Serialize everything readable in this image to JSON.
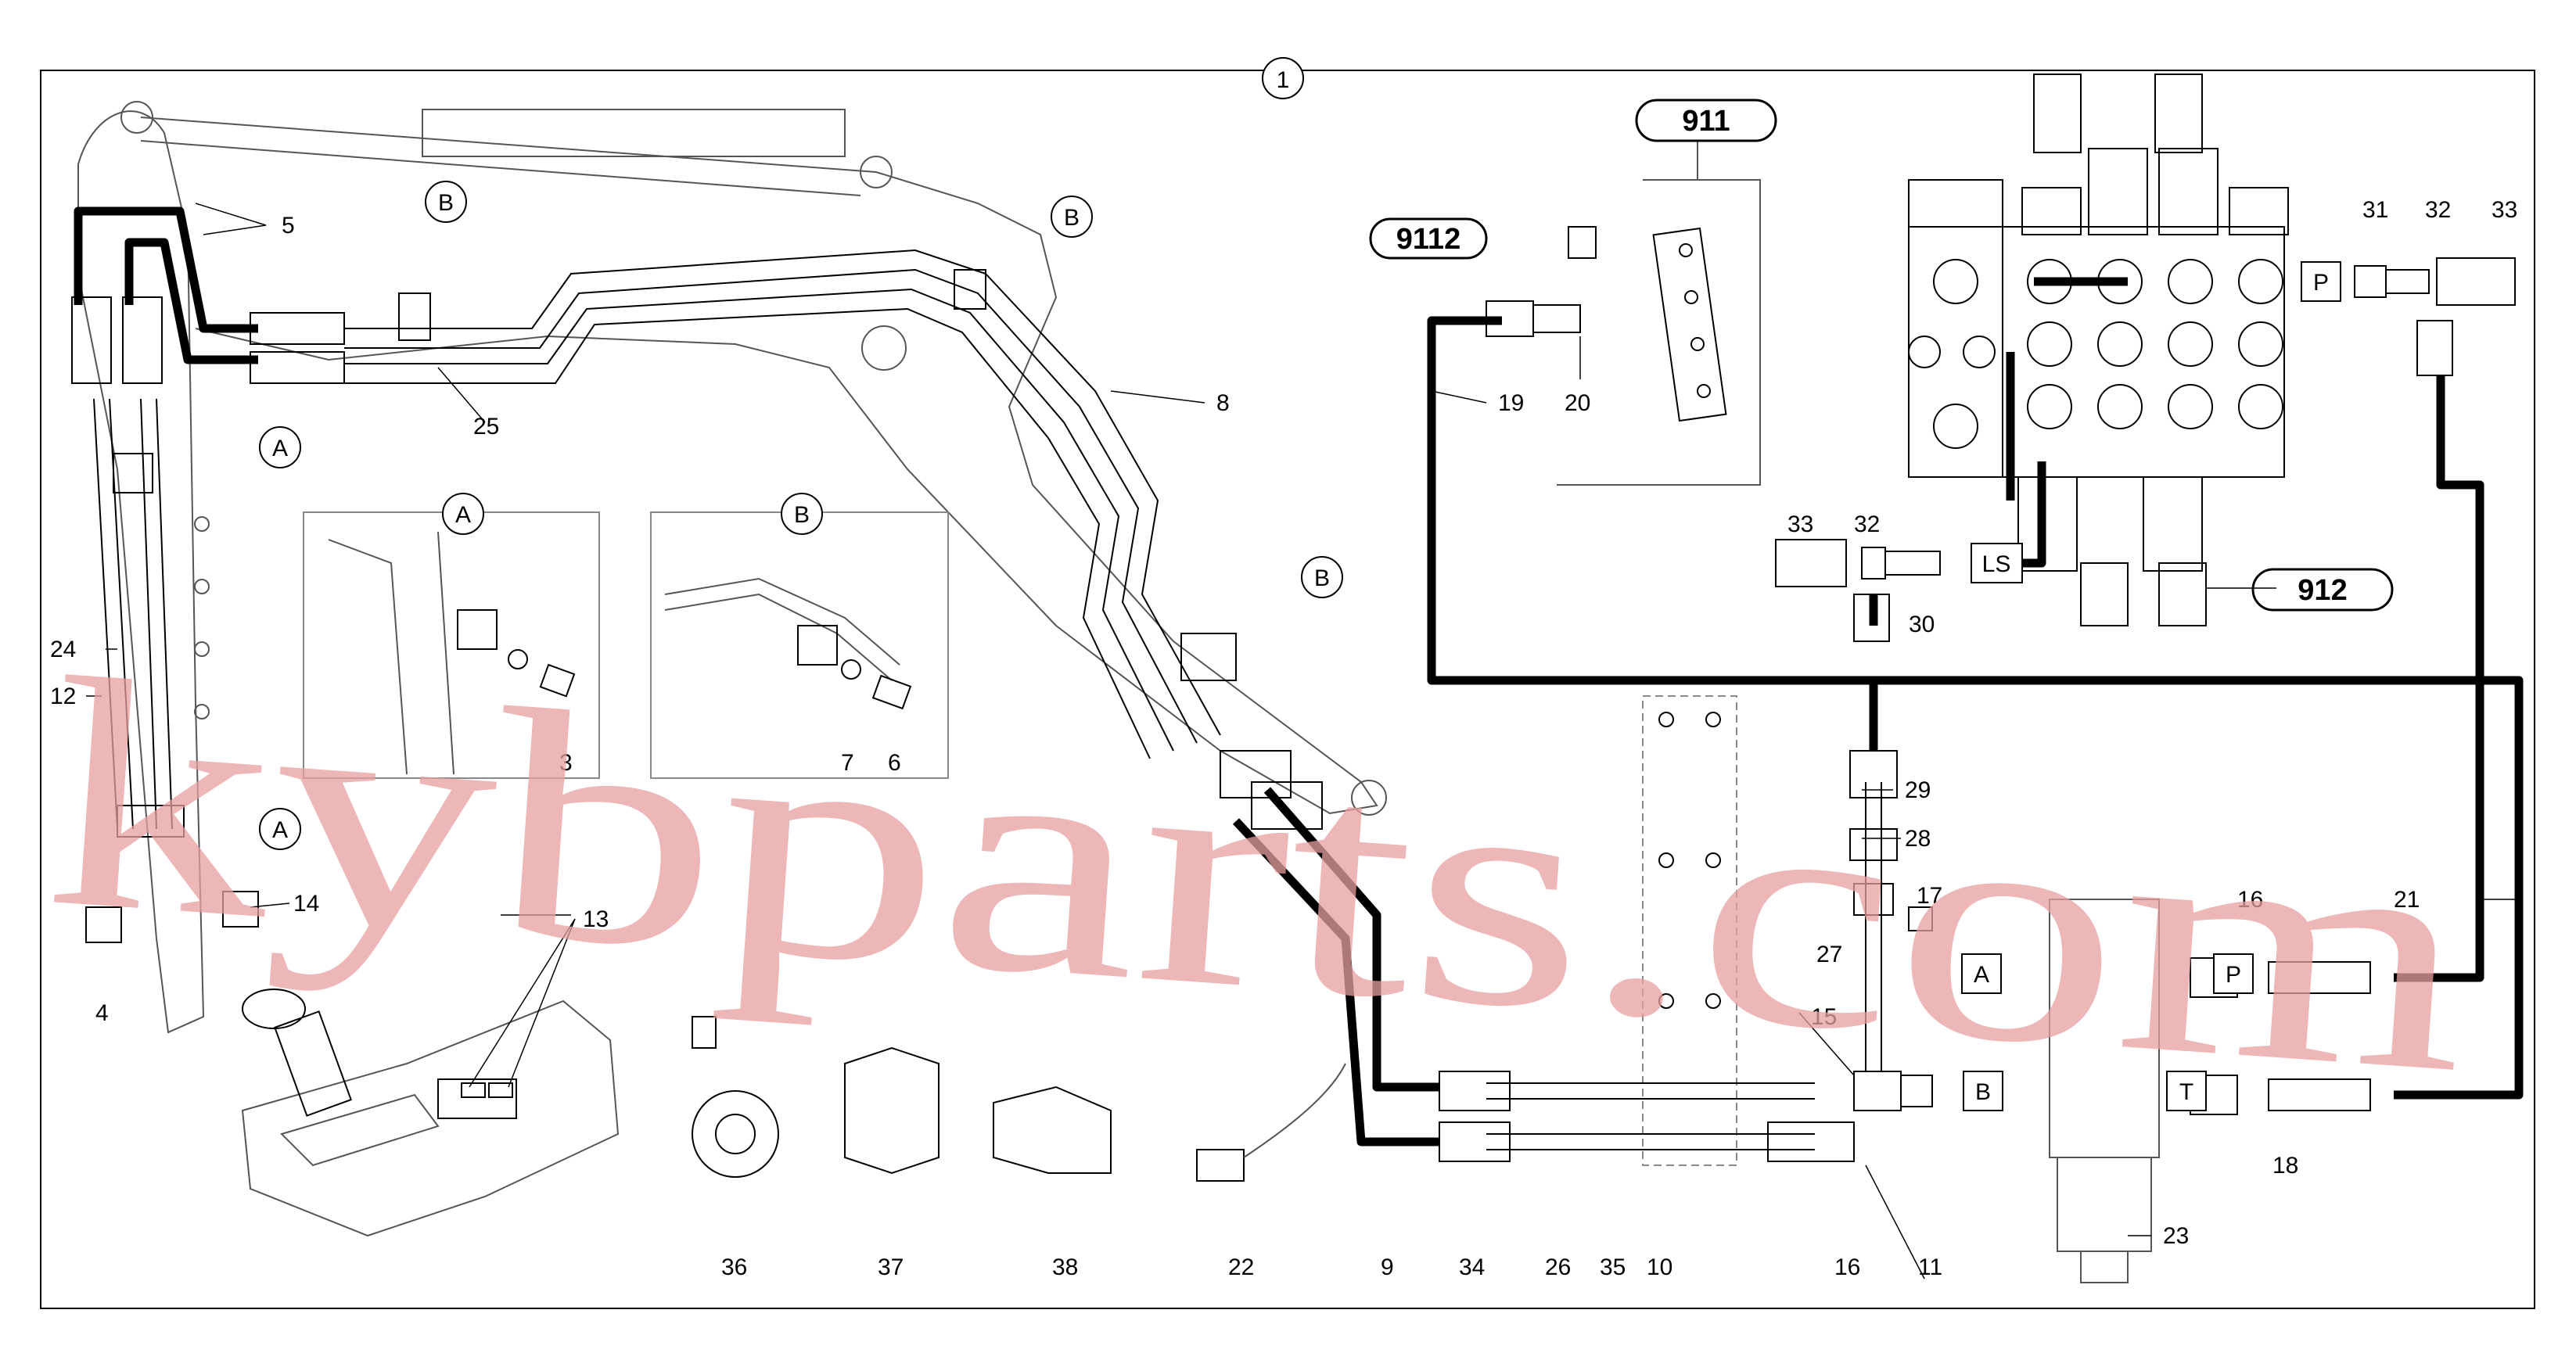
{
  "diagram": {
    "view_number": "1",
    "watermark": "kybparts.com",
    "assembly_codes": [
      "911",
      "9112",
      "912"
    ],
    "port_labels": {
      "P": "P",
      "LS": "LS",
      "A": "A",
      "B": "B",
      "T": "T"
    },
    "detail_views": [
      "A",
      "B"
    ],
    "parts": [
      "3",
      "4",
      "5",
      "6",
      "7",
      "8",
      "9",
      "10",
      "11",
      "12",
      "13",
      "14",
      "15",
      "16",
      "17",
      "18",
      "19",
      "20",
      "21",
      "22",
      "23",
      "24",
      "25",
      "26",
      "27",
      "28",
      "29",
      "30",
      "31",
      "32",
      "33",
      "34",
      "35",
      "36",
      "37",
      "38"
    ]
  }
}
